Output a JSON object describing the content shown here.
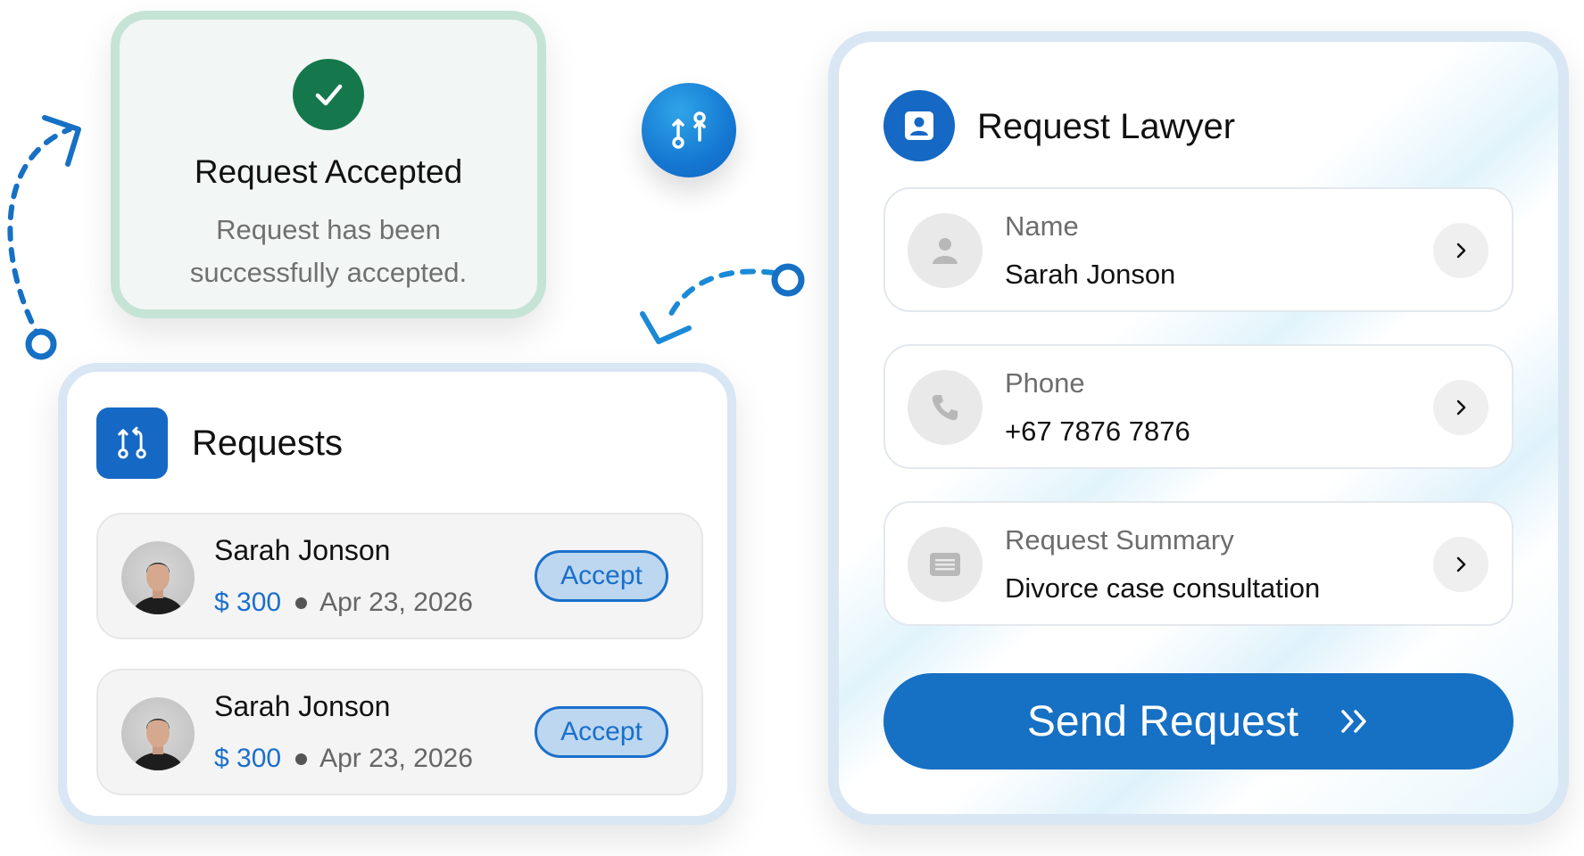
{
  "accepted": {
    "title": "Request Accepted",
    "message": "Request has been successfully accepted.",
    "icon": "check-icon"
  },
  "swap_bubble": {
    "icon": "git-compare-icon"
  },
  "requests": {
    "title": "Requests",
    "icon": "git-compare-icon",
    "items": [
      {
        "name": "Sarah Jonson",
        "price": "$ 300",
        "date": "Apr 23, 2026",
        "action": "Accept"
      },
      {
        "name": "Sarah Jonson",
        "price": "$ 300",
        "date": "Apr 23, 2026",
        "action": "Accept"
      }
    ]
  },
  "lawyer": {
    "title": "Request Lawyer",
    "icon": "contact-card-icon",
    "fields": [
      {
        "label": "Name",
        "value": "Sarah Jonson",
        "icon": "person-icon"
      },
      {
        "label": "Phone",
        "value": "+67 7876 7876",
        "icon": "phone-icon"
      },
      {
        "label": "Request Summary",
        "value": "Divorce case consultation",
        "icon": "document-icon"
      }
    ],
    "send_label": "Send Request"
  },
  "colors": {
    "primary": "#1670c4",
    "success": "#14784c",
    "success_border": "#c5e4d6",
    "card_border": "#d9e6f4",
    "link": "#1a6fcb"
  }
}
